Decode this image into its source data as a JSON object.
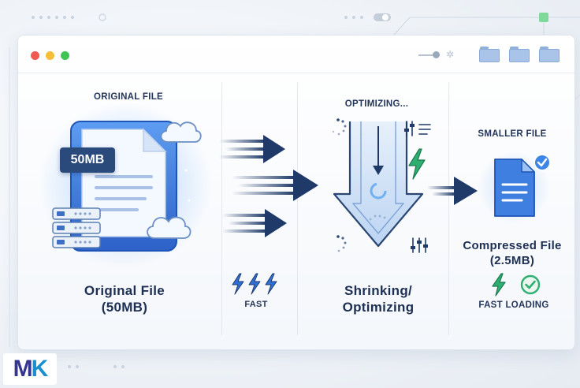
{
  "stage1": {
    "heading": "ORIGINAL FILE",
    "badge": "50MB",
    "caption_line1": "Original File",
    "caption_line2": "(50MB)"
  },
  "stage2": {
    "caption": "FAST"
  },
  "stage3": {
    "heading": "OPTIMIZING...",
    "caption_line1": "Shrinking/",
    "caption_line2": "Optimizing"
  },
  "stage4": {
    "heading": "SMALLER FILE",
    "caption_line1": "Compressed File",
    "caption_line2": "(2.5MB)",
    "caption_bottom": "FAST LOADING"
  },
  "logo": {
    "letters_m": "M",
    "letters_k": "K"
  },
  "icons": {
    "window_controls": [
      "close-dot",
      "minimize-dot",
      "maximize-dot"
    ],
    "toolbar": [
      "slider-icon",
      "gear-icon",
      "folder-icon",
      "folder-icon",
      "folder-icon"
    ],
    "stage1": [
      "document-icon",
      "server-icon",
      "cloud-icon",
      "cloud-icon"
    ],
    "stage2": [
      "arrow-right-icon",
      "lightning-icon"
    ],
    "stage3": [
      "funnel-arrow-icon",
      "spinner-icon",
      "sliders-icon",
      "lightning-icon"
    ],
    "stage4": [
      "document-icon",
      "check-badge-icon",
      "lightning-icon",
      "check-circle-icon"
    ]
  },
  "colors": {
    "navy": "#1d2f52",
    "arrow": "#1f3a68",
    "blue": "#2f6fd6",
    "green": "#2fae72",
    "accent": "#3d86e6"
  }
}
